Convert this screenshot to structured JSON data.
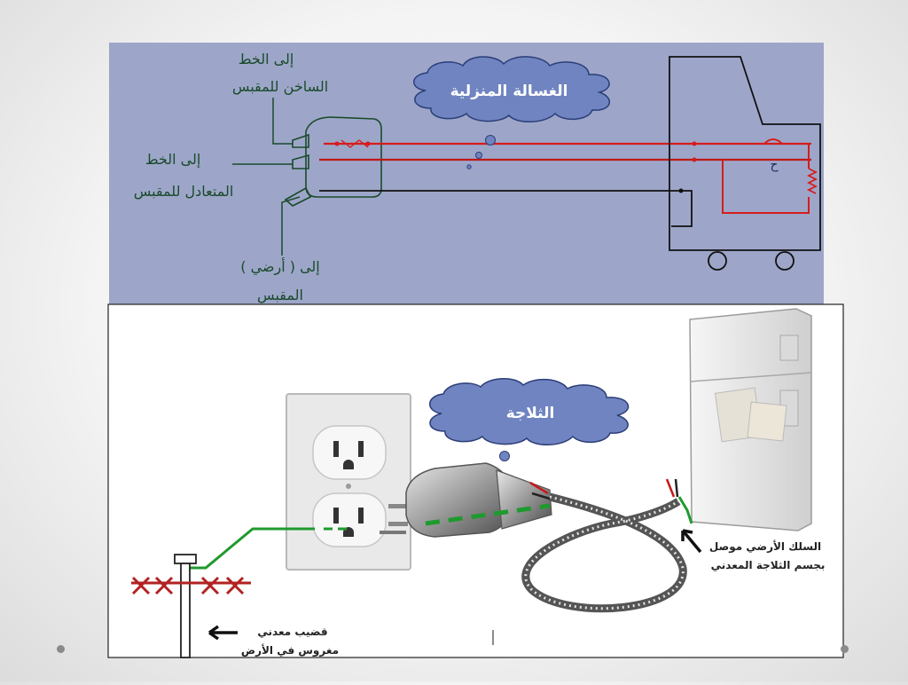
{
  "top_panel": {
    "hot_line_label_1": "إلى الخط",
    "hot_line_label_2": "الساخن للمقبس",
    "neutral_line_label_1": "إلى الخط",
    "neutral_line_label_2": "المتعادل للمقبس",
    "earth_label_1": "إلى ( أرضي )",
    "earth_label_2": "المقبس",
    "appliance_bubble": "الغسالة المنزلية",
    "switch_letter": "ح"
  },
  "bottom_panel": {
    "appliance_bubble": "الثلاجة",
    "ground_wire_label_1": "السلك الأرضي موصل",
    "ground_wire_label_2": "بجسم الثلاجة المعدني",
    "rod_label_1": "قضيب معدني",
    "rod_label_2": "مغروس في الأرض"
  },
  "colors": {
    "top_background": "#9da6c9",
    "live_wire": "#d61c1c",
    "neutral_wire": "#c01818",
    "earth_wire_top": "#111111",
    "earth_wire_bottom": "#1f9a2e",
    "label_green": "#1a4a2a",
    "bubble_fill": "#6f84c0"
  }
}
